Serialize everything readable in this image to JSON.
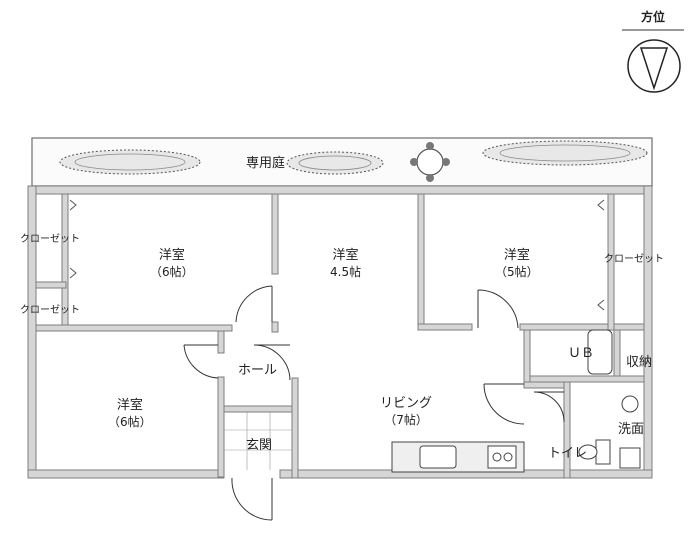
{
  "orientation": {
    "title": "方位"
  },
  "garden": {
    "label": "専用庭"
  },
  "rooms": {
    "western_nw": {
      "name": "洋室",
      "size": "（6帖）"
    },
    "western_center": {
      "name": "洋室",
      "size": "4.5帖"
    },
    "western_ne": {
      "name": "洋室",
      "size": "（5帖）"
    },
    "western_sw": {
      "name": "洋室",
      "size": "（6帖）"
    },
    "living": {
      "name": "リビング",
      "size": "（7帖）"
    },
    "hall": {
      "name": "ホール"
    },
    "entrance": {
      "name": "玄関"
    },
    "toilet": {
      "name": "トイレ"
    },
    "washroom": {
      "name": "洗面"
    },
    "bath": {
      "name": "ＵＢ"
    },
    "storage": {
      "name": "収納"
    }
  },
  "closets": {
    "left_top": "クローゼット",
    "left_bottom": "クローゼット",
    "right": "クローゼット"
  },
  "colors": {
    "wall": "#8c8c8c",
    "wall_fill": "#d6d6d6",
    "line": "#444444",
    "shrub": "#555555"
  }
}
